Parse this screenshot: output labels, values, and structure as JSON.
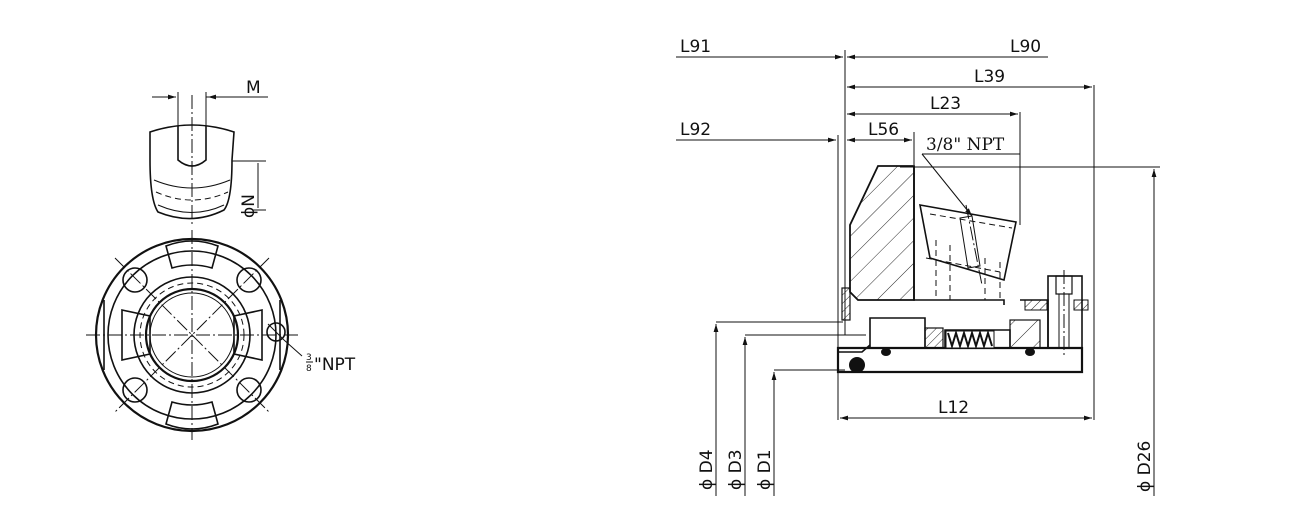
{
  "left_view": {
    "label_m": "M",
    "label_n": "ϕN",
    "label_npt_num": "3",
    "label_npt_den": "8",
    "label_npt_text": "\"NPT"
  },
  "right_view": {
    "dims": {
      "l91": "L91",
      "l90": "L90",
      "l39": "L39",
      "l23": "L23",
      "l92": "L92",
      "l56": "L56",
      "l12": "L12",
      "npt": "3/8\" NPT"
    },
    "diameters": {
      "d4": "ϕ D4",
      "d3": "ϕ D3",
      "d1": "ϕ D1",
      "d26": "ϕ D26"
    }
  }
}
